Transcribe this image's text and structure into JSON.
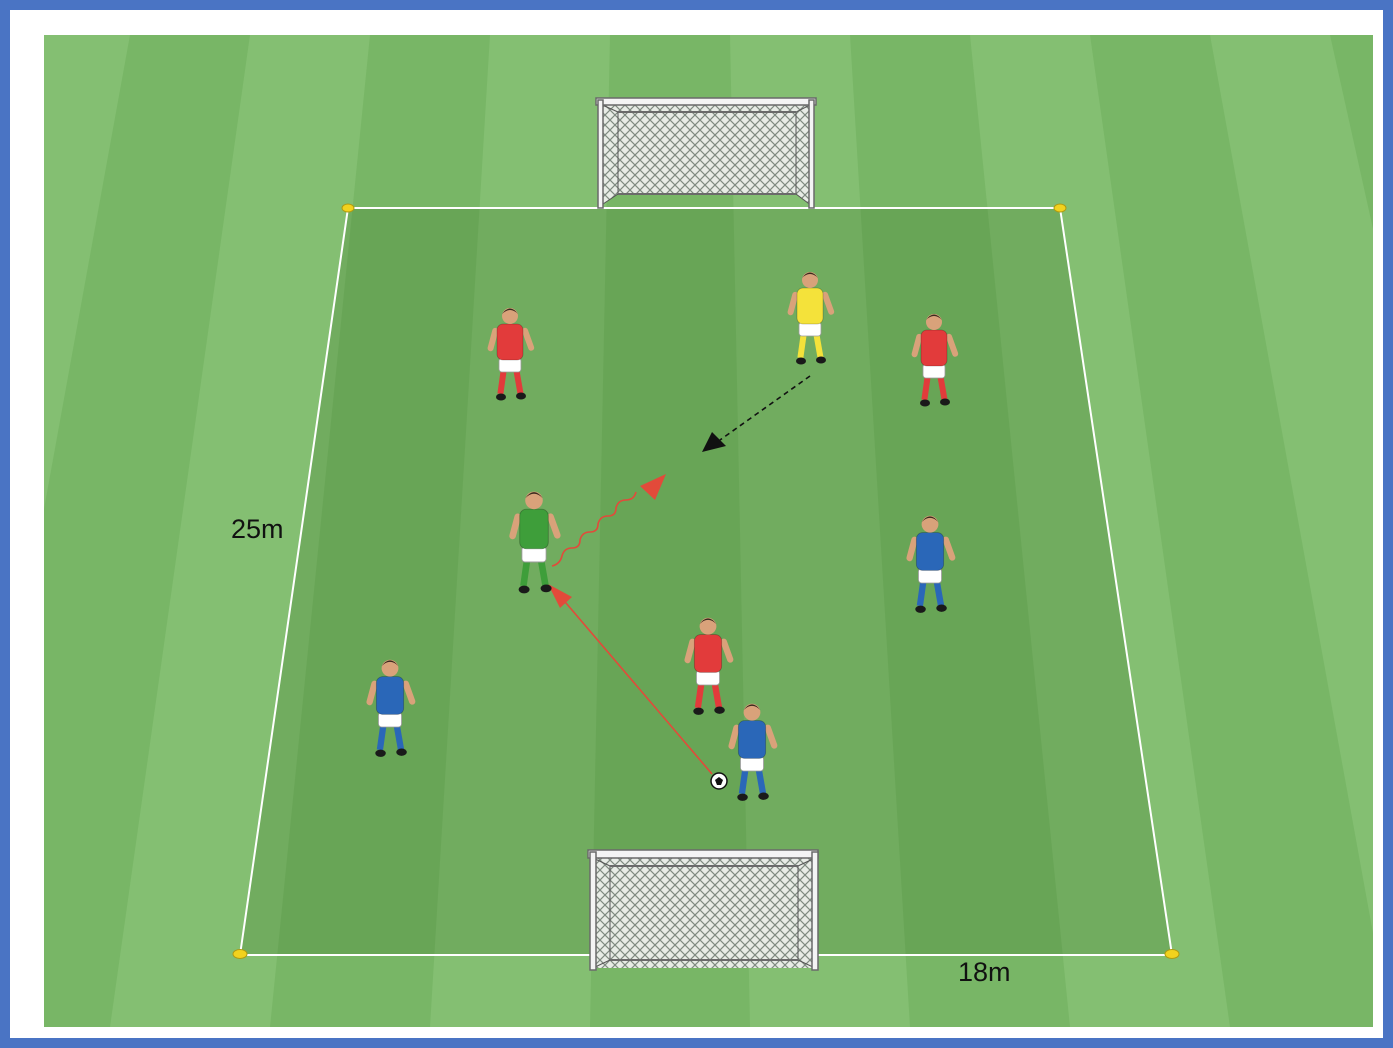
{
  "diagram": {
    "dimensions": {
      "side_length": "25m",
      "width": "18m"
    },
    "colors": {
      "frame": "#4a74c4",
      "grass_light": "#8cc47a",
      "grass_dark": "#6fae5c",
      "area_overlay": "#4e8a3c",
      "pitch_line": "#ffffff",
      "cone": "#f2d21e",
      "team_red": "#e23b3b",
      "team_blue": "#2a67b8",
      "neutral_yellow": "#f4e23a",
      "player_green": "#3e9e3a",
      "pass_arrow": "#e24a3a",
      "movement_arrow": "#111111"
    },
    "players": [
      {
        "id": "red-1",
        "team": "red"
      },
      {
        "id": "red-2",
        "team": "red"
      },
      {
        "id": "red-3",
        "team": "red"
      },
      {
        "id": "yellow-1",
        "team": "yellow"
      },
      {
        "id": "green-1",
        "team": "green"
      },
      {
        "id": "blue-1",
        "team": "blue"
      },
      {
        "id": "blue-2",
        "team": "blue"
      },
      {
        "id": "blue-3",
        "team": "blue"
      }
    ],
    "icons": [
      "goal-icon",
      "cone-icon",
      "ball-icon",
      "pass-arrow-icon",
      "dribble-arrow-icon",
      "run-arrow-icon"
    ]
  }
}
